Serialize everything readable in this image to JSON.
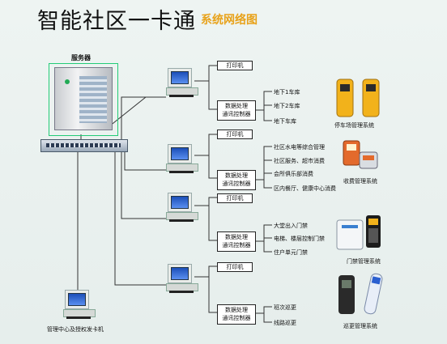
{
  "title": "智能社区一卡通",
  "subtitle": "系统网络图",
  "server_label": "服务器",
  "management_label": "管理中心及授权发卡机",
  "groups": [
    {
      "printer": "打印机",
      "controller": [
        "数据处理",
        "通讯控制器"
      ],
      "items": [
        "地下1车库",
        "地下2车库",
        "地下车库"
      ],
      "caption": "停车场管理系统"
    },
    {
      "printer": "打印机",
      "controller": [
        "数据处理",
        "通讯控制器"
      ],
      "items": [
        "社区水电等综合管理",
        "社区服务、超市消费",
        "会所俱乐部消费",
        "区内餐厅、健康中心消费"
      ],
      "caption": "收费管理系统"
    },
    {
      "printer": "打印机",
      "controller": [
        "数据处理",
        "通讯控制器"
      ],
      "items": [
        "大堂出入门禁",
        "电梯、楼层控制门禁",
        "住户单元门禁"
      ],
      "caption": "门禁管理系统"
    },
    {
      "printer": "打印机",
      "controller": [
        "数据处理",
        "通讯控制器"
      ],
      "items": [
        "班次巡更",
        "线路巡更"
      ],
      "caption": "巡更管理系统"
    }
  ]
}
